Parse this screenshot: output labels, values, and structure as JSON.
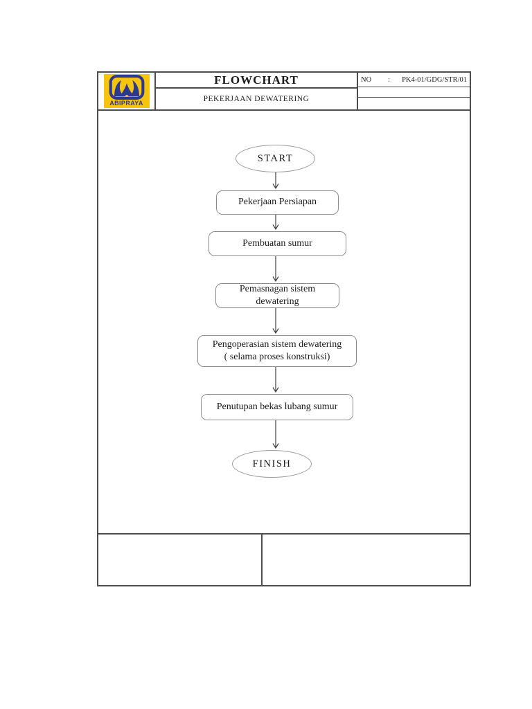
{
  "header": {
    "logo": {
      "brand": "ABIPRAYA"
    },
    "title": "FLOWCHART",
    "subtitle": "PEKERJAAN DEWATERING",
    "doc_no": {
      "label": "NO",
      "colon": ":",
      "value": "PK4-01/GDG/STR/01"
    }
  },
  "flowchart": {
    "start": "START",
    "steps": [
      {
        "label": "Pekerjaan Persiapan"
      },
      {
        "label": "Pembuatan sumur"
      },
      {
        "line1": "Pemasnagan sistem",
        "line2": "dewatering"
      },
      {
        "line1": "Pengoperasian sistem dewatering",
        "line2": "( selama proses konstruksi)"
      },
      {
        "label": "Penutupan bekas lubang sumur"
      }
    ],
    "finish": "FINISH"
  },
  "colors": {
    "logo_yellow": "#F6C40F",
    "logo_blue": "#2B3990",
    "frame_line": "#4d4d4d"
  }
}
